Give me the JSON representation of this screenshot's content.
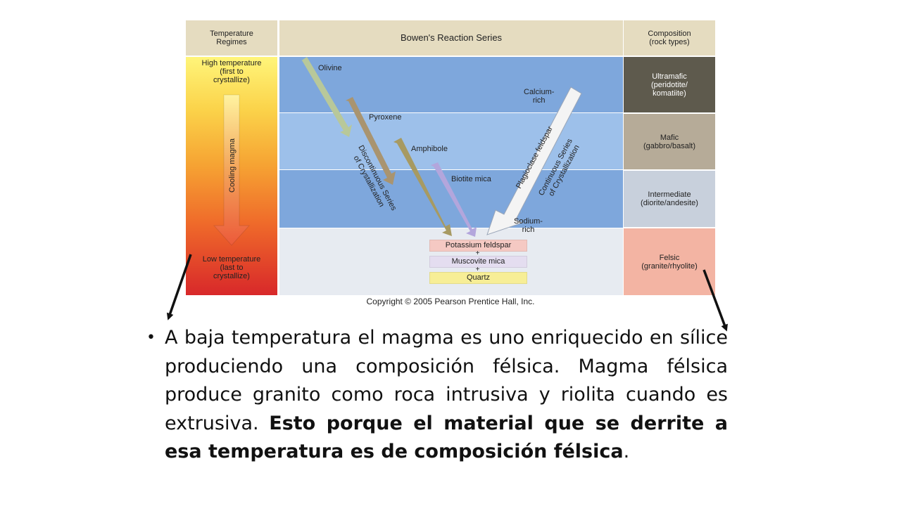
{
  "figure": {
    "headers": {
      "temperature": "Temperature\nRegimes",
      "bowen": "Bowen's Reaction Series",
      "composition": "Composition\n(rock types)"
    },
    "temperature": {
      "high": "High temperature\n(first to\ncrystallize)",
      "cooling": "Cooling magma",
      "low": "Low temperature\n(last to\ncrystallize)"
    },
    "minerals": {
      "olivine": "Olivine",
      "pyroxene": "Pyroxene",
      "amphibole": "Amphibole",
      "biotite": "Biotite mica",
      "calcium_rich": "Calcium-\nrich",
      "sodium_rich": "Sodium-\nrich",
      "plagioclase": "Plagioclase feldspar"
    },
    "series": {
      "discontinuous": "Discontinuous Series\nof Crystallization",
      "continuous": "Continuous Series\nof Crystallization"
    },
    "final_minerals": [
      "Potassium feldspar",
      "Muscovite mica",
      "Quartz"
    ],
    "plus_sign": "+",
    "compositions": [
      {
        "label": "Ultramafic\n(peridotite/\nkomatiite)",
        "bg": "#5e5a4d",
        "fg": "#ffffff"
      },
      {
        "label": "Mafic\n(gabbro/basalt)",
        "bg": "#b6ab98",
        "fg": "#222222"
      },
      {
        "label": "Intermediate\n(diorite/andesite)",
        "bg": "#c8d0dc",
        "fg": "#222222"
      },
      {
        "label": "Felsic\n(granite/rhyolite)",
        "bg": "#f3b4a3",
        "fg": "#222222"
      }
    ],
    "copyright": "Copyright © 2005 Pearson Prentice Hall, Inc."
  },
  "bullet": {
    "plain": "A baja temperatura el magma es uno enriquecido en sílice produciendo una composición félsica. Magma félsica produce granito como roca intrusiva y riolita cuando es extrusiva. ",
    "bold": "Esto porque el material que se derrite a esa temperatura es de composición félsica",
    "end": "."
  },
  "colors": {
    "band_blue_1": "#7ea7dc",
    "band_blue_2": "#9dc0ea",
    "band_blue_3": "#7ea7dc",
    "band_light": "#e7ebf1",
    "arrow_olivine": "#b8c89a",
    "arrow_pyroxene": "#a99470",
    "arrow_amphibole": "#a79a62",
    "arrow_biotite": "#b3a6dc",
    "arrow_plagioclase": "#f4f4f4",
    "box_potassium": "#f5c9c3",
    "box_muscovite": "#e4ddf0",
    "box_quartz": "#f7ee96"
  }
}
